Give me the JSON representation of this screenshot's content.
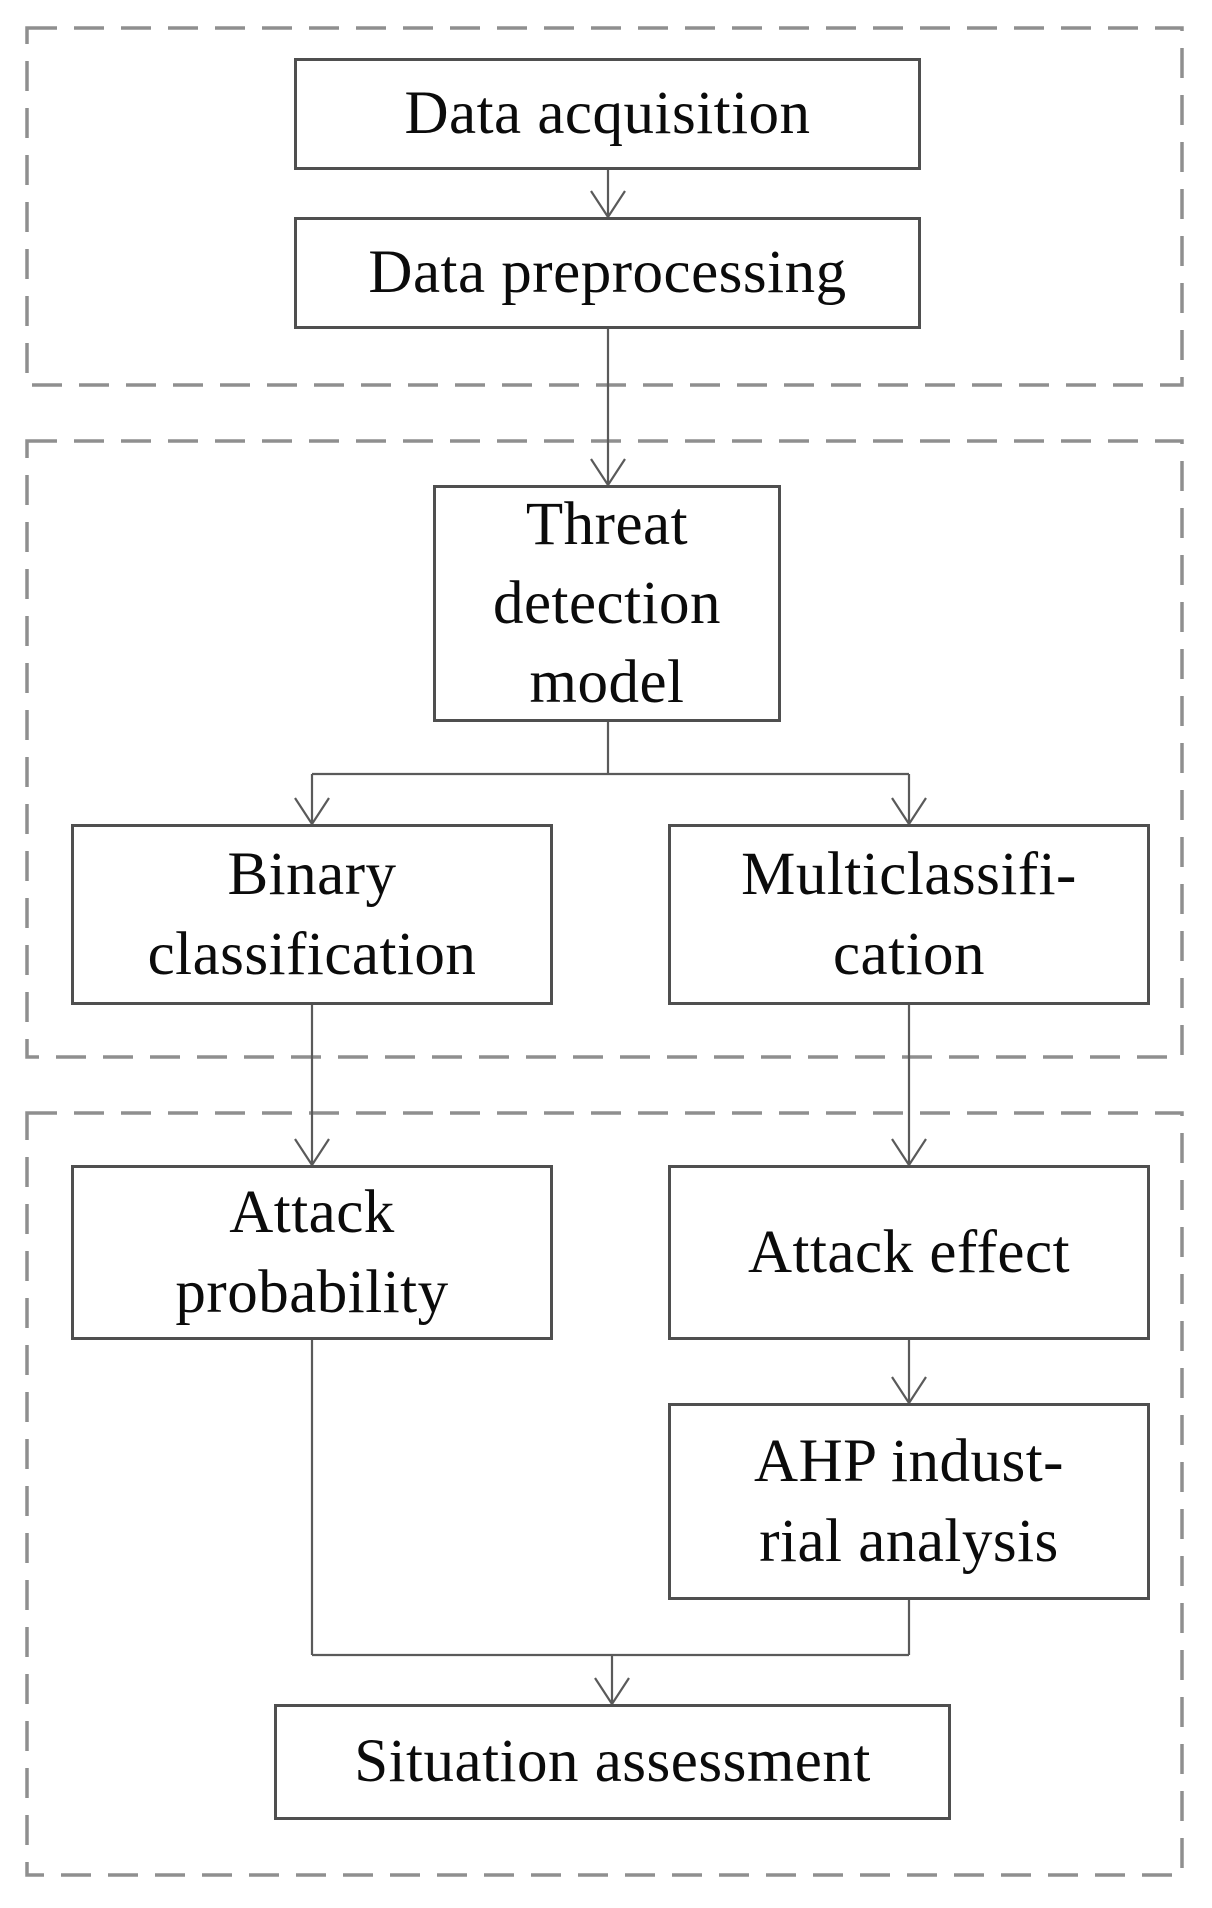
{
  "diagram": {
    "type": "flowchart",
    "nodes": {
      "data_acquisition": {
        "label": "Data acquisition"
      },
      "data_preprocessing": {
        "label": "Data preprocessing"
      },
      "threat_detection_model": {
        "label": "Threat\ndetection\nmodel"
      },
      "binary_classification": {
        "label": "Binary\nclassification"
      },
      "multiclassification": {
        "label": "Multiclassifi-\ncation"
      },
      "attack_probability": {
        "label": "Attack\nprobability"
      },
      "attack_effect": {
        "label": "Attack effect"
      },
      "ahp_industrial_analysis": {
        "label": "AHP indust-\nrial analysis"
      },
      "situation_assessment": {
        "label": "Situation assessment"
      }
    },
    "groups": [
      {
        "id": "data-stage",
        "nodes": [
          "data_acquisition",
          "data_preprocessing"
        ]
      },
      {
        "id": "detection-stage",
        "nodes": [
          "threat_detection_model",
          "binary_classification",
          "multiclassification"
        ]
      },
      {
        "id": "assessment-stage",
        "nodes": [
          "attack_probability",
          "attack_effect",
          "ahp_industrial_analysis",
          "situation_assessment"
        ]
      }
    ],
    "edges": [
      {
        "from": "data_acquisition",
        "to": "data_preprocessing"
      },
      {
        "from": "data_preprocessing",
        "to": "threat_detection_model"
      },
      {
        "from": "threat_detection_model",
        "to": "binary_classification"
      },
      {
        "from": "threat_detection_model",
        "to": "multiclassification"
      },
      {
        "from": "binary_classification",
        "to": "attack_probability"
      },
      {
        "from": "multiclassification",
        "to": "attack_effect"
      },
      {
        "from": "attack_effect",
        "to": "ahp_industrial_analysis"
      },
      {
        "from": "attack_probability",
        "to": "situation_assessment"
      },
      {
        "from": "ahp_industrial_analysis",
        "to": "situation_assessment"
      }
    ],
    "colors": {
      "background": "#ffffff",
      "box_border": "#4f4f4f",
      "dashed_border": "#8f8f8f",
      "connector": "#5a5a5a",
      "text": "#0b0b0b"
    }
  }
}
